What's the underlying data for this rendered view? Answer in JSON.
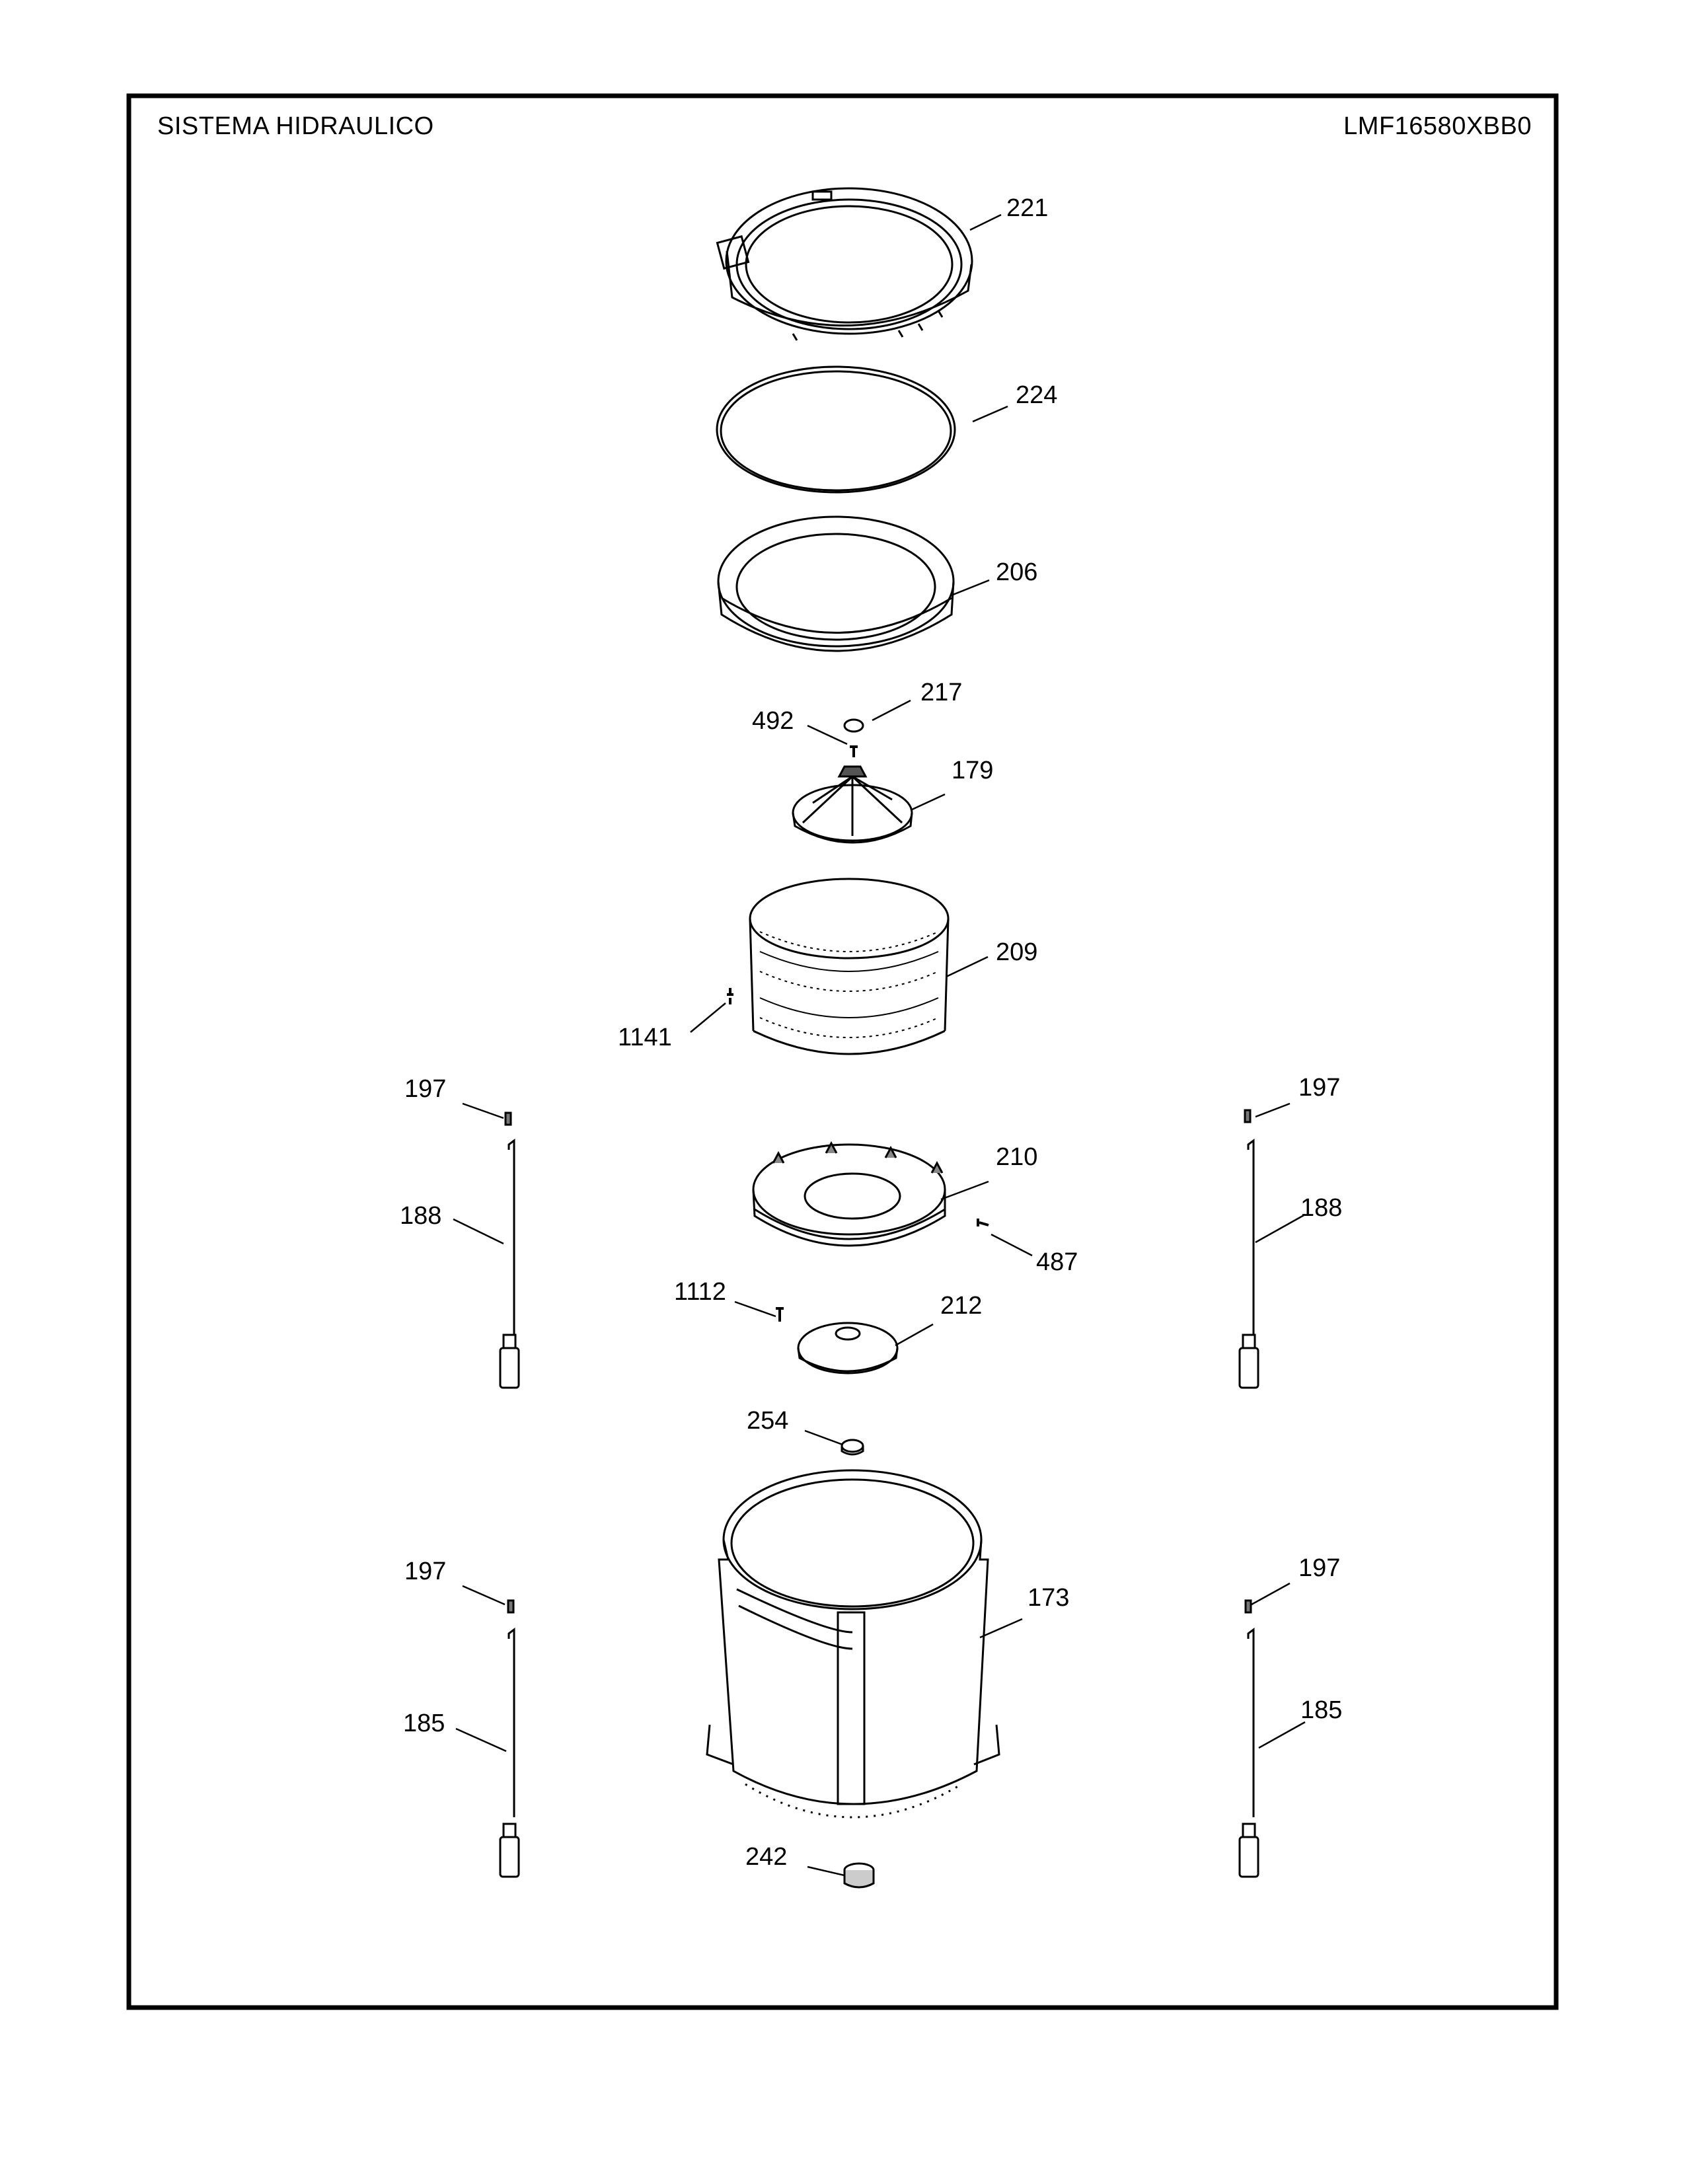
{
  "header": {
    "title": "SISTEMA HIDRAULICO",
    "model": "LMF16580XBB0"
  },
  "callouts": [
    {
      "id": "c221",
      "label": "221"
    },
    {
      "id": "c224",
      "label": "224"
    },
    {
      "id": "c206",
      "label": "206"
    },
    {
      "id": "c217",
      "label": "217"
    },
    {
      "id": "c492",
      "label": "492"
    },
    {
      "id": "c179",
      "label": "179"
    },
    {
      "id": "c209",
      "label": "209"
    },
    {
      "id": "c1141",
      "label": "1141"
    },
    {
      "id": "c197a",
      "label": "197"
    },
    {
      "id": "c197b",
      "label": "197"
    },
    {
      "id": "c188a",
      "label": "188"
    },
    {
      "id": "c188b",
      "label": "188"
    },
    {
      "id": "c210",
      "label": "210"
    },
    {
      "id": "c487",
      "label": "487"
    },
    {
      "id": "c1112",
      "label": "1112"
    },
    {
      "id": "c212",
      "label": "212"
    },
    {
      "id": "c254",
      "label": "254"
    },
    {
      "id": "c197c",
      "label": "197"
    },
    {
      "id": "c197d",
      "label": "197"
    },
    {
      "id": "c173",
      "label": "173"
    },
    {
      "id": "c185a",
      "label": "185"
    },
    {
      "id": "c185b",
      "label": "185"
    },
    {
      "id": "c242",
      "label": "242"
    }
  ]
}
